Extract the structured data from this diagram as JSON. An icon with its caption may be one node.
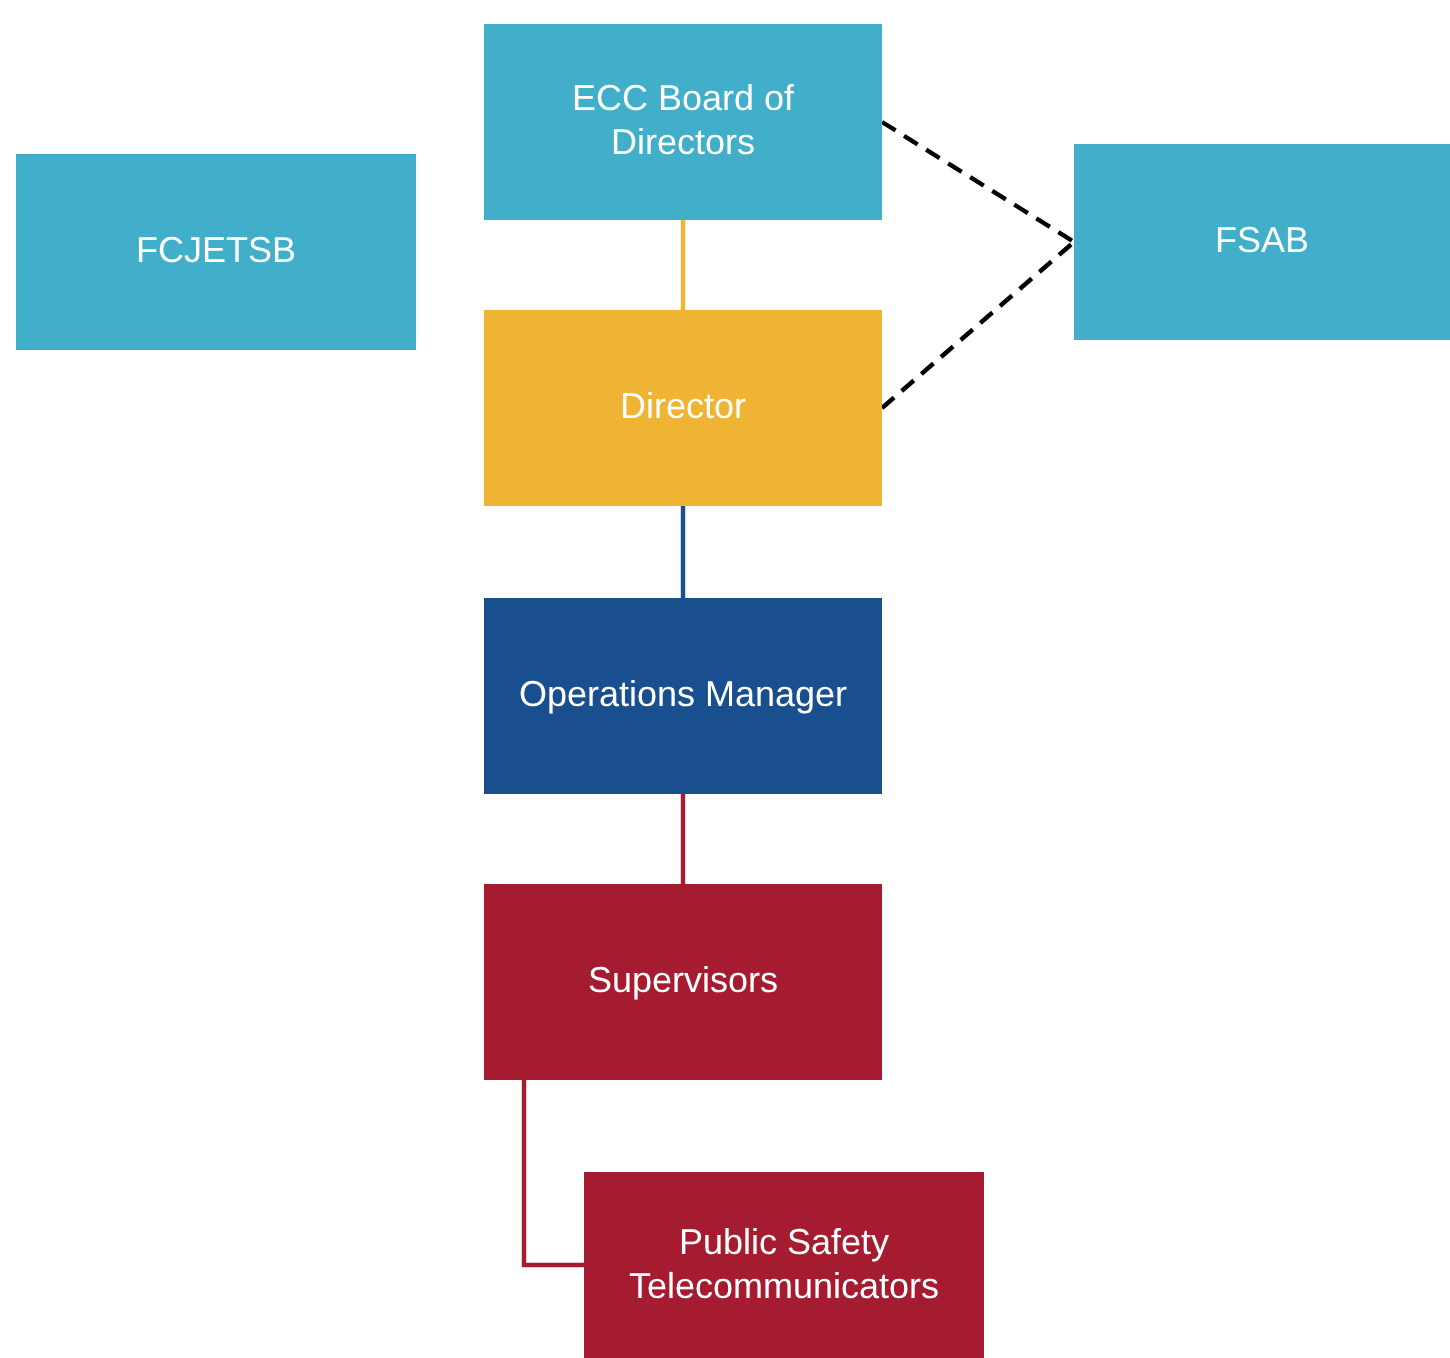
{
  "diagram": {
    "nodes": [
      {
        "text": [
          "FCJETSB"
        ]
      },
      {
        "text": [
          "ECC Board of Directors"
        ]
      },
      {
        "text": [
          "FSAB"
        ]
      },
      {
        "text": [
          "Director"
        ]
      },
      {
        "text": [
          "Operations Manager"
        ]
      },
      {
        "text": [
          "Supervisors"
        ]
      },
      {
        "text": [
          "Public Safety Telecommunicators"
        ]
      }
    ],
    "edges": [
      {
        "from": 1,
        "to": 3,
        "arrow": "none",
        "color": "#f0b434"
      },
      {
        "from": 3,
        "to": 4,
        "arrow": "none",
        "color": "#1a4f8f"
      },
      {
        "from": 4,
        "to": 5,
        "arrow": "none",
        "color": "#a51b2f"
      },
      {
        "from": 5,
        "to": 6,
        "arrow": "none",
        "color": "#a51b2f"
      },
      {
        "from": 1,
        "to": 2,
        "arrow": "none",
        "style": "dashed",
        "color": "#000000"
      },
      {
        "from": 3,
        "to": 2,
        "arrow": "none",
        "style": "dashed",
        "color": "#000000"
      }
    ]
  }
}
